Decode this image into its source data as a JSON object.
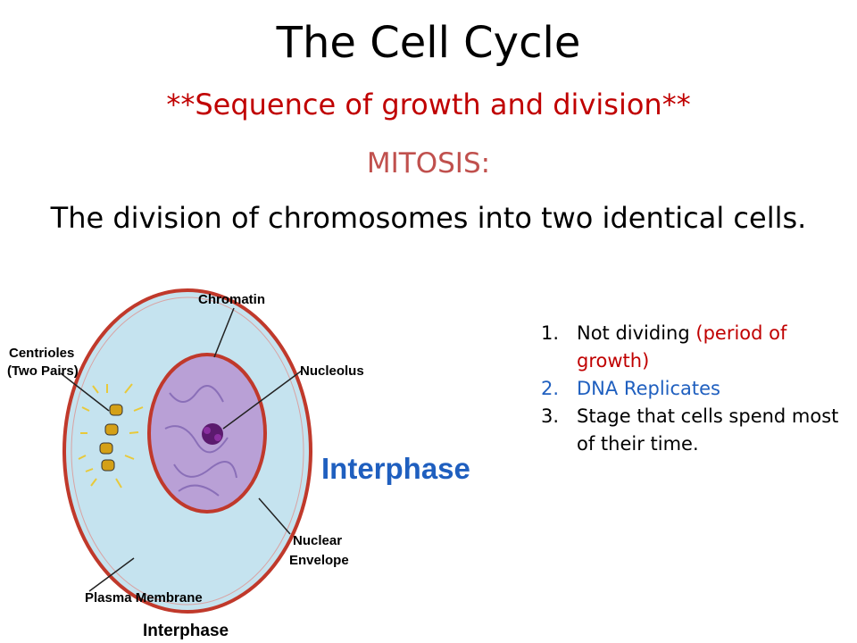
{
  "slide": {
    "title": "The Cell Cycle",
    "subtitle": "**Sequence of growth and division**",
    "heading": "MITOSIS:",
    "definition": "The division of chromosomes into two identical cells."
  },
  "diagram": {
    "labels": {
      "chromatin": "Chromatin",
      "centrioles_1": "Centrioles",
      "centrioles_2": "(Two Pairs)",
      "nucleolus": "Nucleolus",
      "nuclear_1": "Nuclear",
      "nuclear_2": "Envelope",
      "plasma": "Plasma Membrane",
      "caption": "Interphase"
    },
    "stage_label": "Interphase"
  },
  "steps": [
    {
      "num": "1.",
      "black": "Not dividing ",
      "red": "(period of growth)"
    },
    {
      "num": "2.",
      "blue": "DNA Replicates"
    },
    {
      "num": "3.",
      "black": "Stage that cells spend most of their time."
    }
  ],
  "colors": {
    "title_red": "#c00000",
    "mitosis": "#c0504d",
    "stage_blue": "#1f5fbf",
    "cytoplasm": "#c5e3ef",
    "membrane": "#c0392b",
    "nucleus": "#b9a0d6",
    "nucleolus": "#5b1a6e",
    "centriole": "#d4a017"
  },
  "icons": [
    "cell-diagram"
  ]
}
